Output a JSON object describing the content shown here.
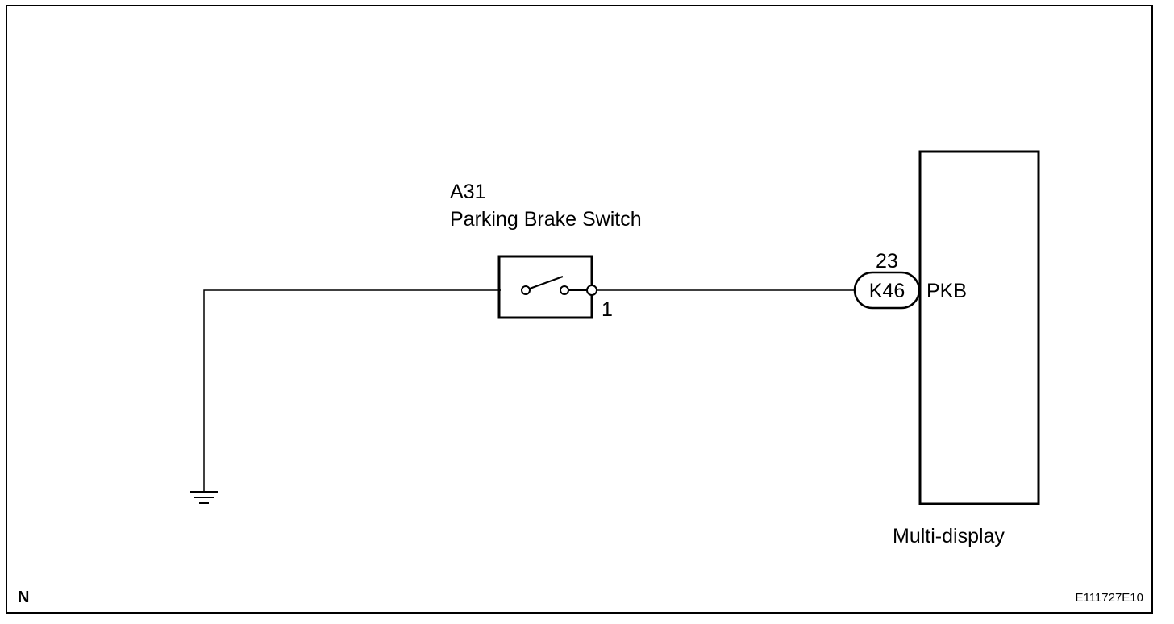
{
  "switch": {
    "code": "A31",
    "name": "Parking Brake Switch",
    "pin": "1"
  },
  "connector": {
    "pin": "23",
    "code": "K46",
    "terminal": "PKB"
  },
  "multi_display": {
    "label": "Multi-display"
  },
  "footer": {
    "left_code": "N",
    "figure_id": "E111727E10"
  }
}
